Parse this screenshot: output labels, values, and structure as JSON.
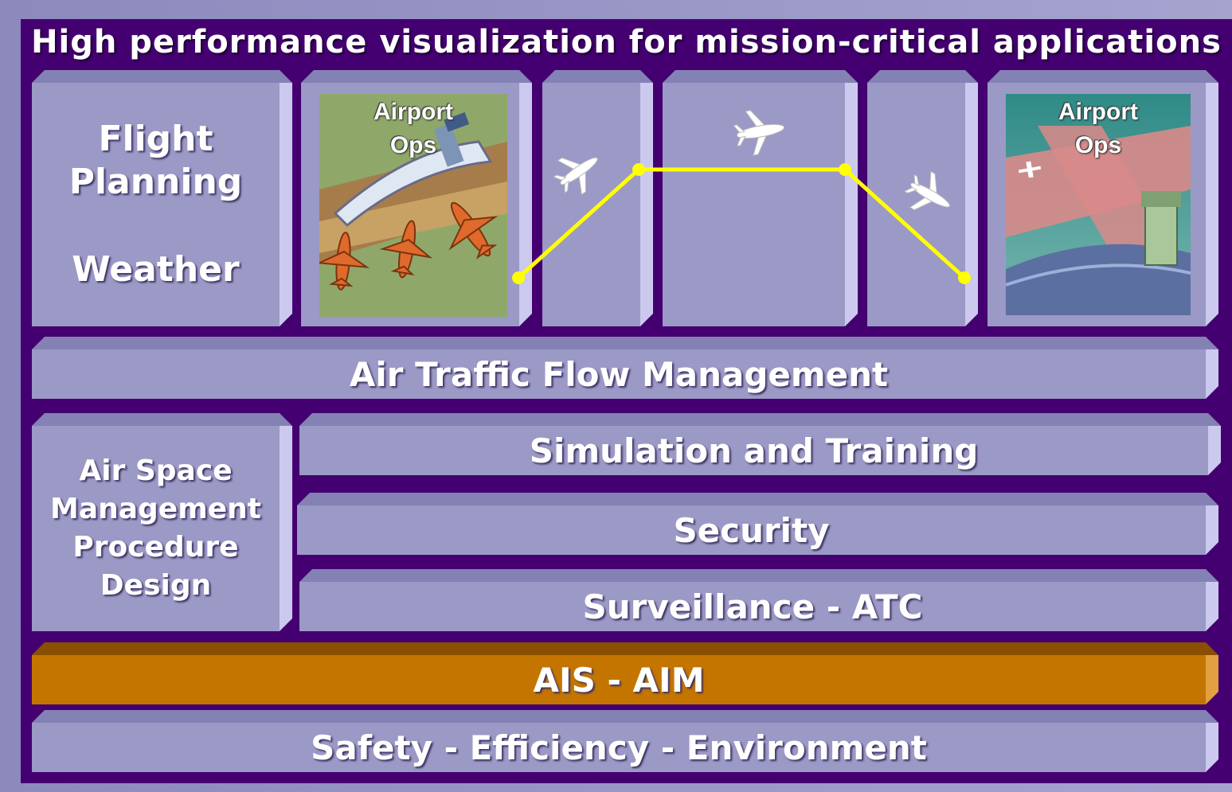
{
  "title": "High performance visualization for mission-critical applications",
  "blocks": {
    "flight_planning": [
      "Flight",
      "Planning"
    ],
    "weather": "Weather",
    "airport_ops_left": [
      "Airport",
      "Ops"
    ],
    "airport_ops_right": [
      "Airport",
      "Ops"
    ],
    "atfm": "Air Traffic Flow Management",
    "airspace": [
      "Air Space",
      "Management",
      "Procedure",
      "Design"
    ],
    "simulation": "Simulation and Training",
    "security": "Security",
    "surveillance": "Surveillance - ATC",
    "ais": "AIS - AIM",
    "safety": "Safety - Efficiency - Environment"
  },
  "colors": {
    "background": "#440070",
    "block": "#9b99c6",
    "highlight_block": "#c47500",
    "flight_path": "#ffff00"
  },
  "icons": [
    "airplane-icon",
    "airplane-icon",
    "airplane-icon"
  ]
}
